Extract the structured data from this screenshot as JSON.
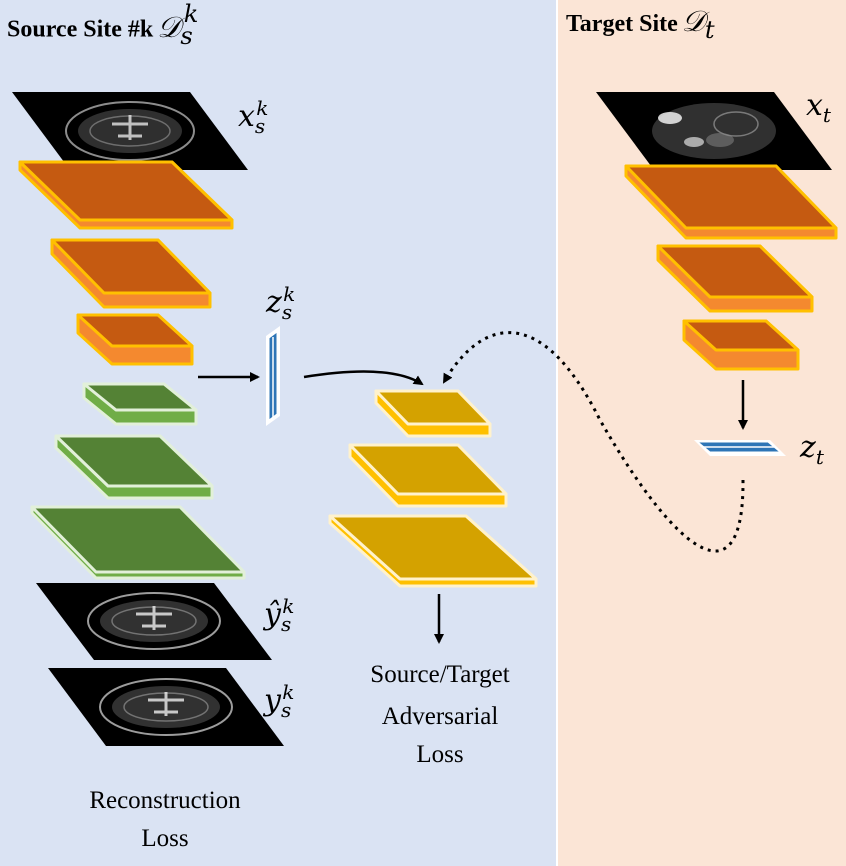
{
  "panels": {
    "source": {
      "title": "Source Site #k",
      "dataset_symbol": "𝒟",
      "dataset_sub": "s",
      "dataset_sup": "k",
      "background": "#dae3f3"
    },
    "target": {
      "title": "Target Site",
      "dataset_symbol": "𝒟",
      "dataset_sub": "t",
      "background": "#fbe5d6"
    }
  },
  "variables": {
    "x_s": {
      "base": "x",
      "sub": "s",
      "sup": "k"
    },
    "z_s": {
      "base": "z",
      "sub": "s",
      "sup": "k"
    },
    "yhat_s": {
      "base": "ŷ",
      "sub": "s",
      "sup": "k"
    },
    "y_s": {
      "base": "y",
      "sub": "s",
      "sup": "k"
    },
    "x_t": {
      "base": "x",
      "sub": "t"
    },
    "z_t": {
      "base": "z",
      "sub": "t"
    }
  },
  "captions": {
    "adversarial_line1": "Source/Target",
    "adversarial_line2": "Adversarial",
    "adversarial_line3": "Loss",
    "reconstruction_line1": "Reconstruction",
    "reconstruction_line2": "Loss"
  },
  "colors": {
    "encoder": "#c55a11",
    "encoder_side": "#f4892f",
    "encoder_border": "#ffc000",
    "decoder": "#548235",
    "decoder_side": "#70ad47",
    "decoder_border": "#e2f0d9",
    "discriminator": "#d4a200",
    "discriminator_side": "#ffc000",
    "discriminator_border": "#fff2cc",
    "latent": "#2e75b6",
    "latent_border": "#ffffff",
    "image_bg": "#000000"
  }
}
